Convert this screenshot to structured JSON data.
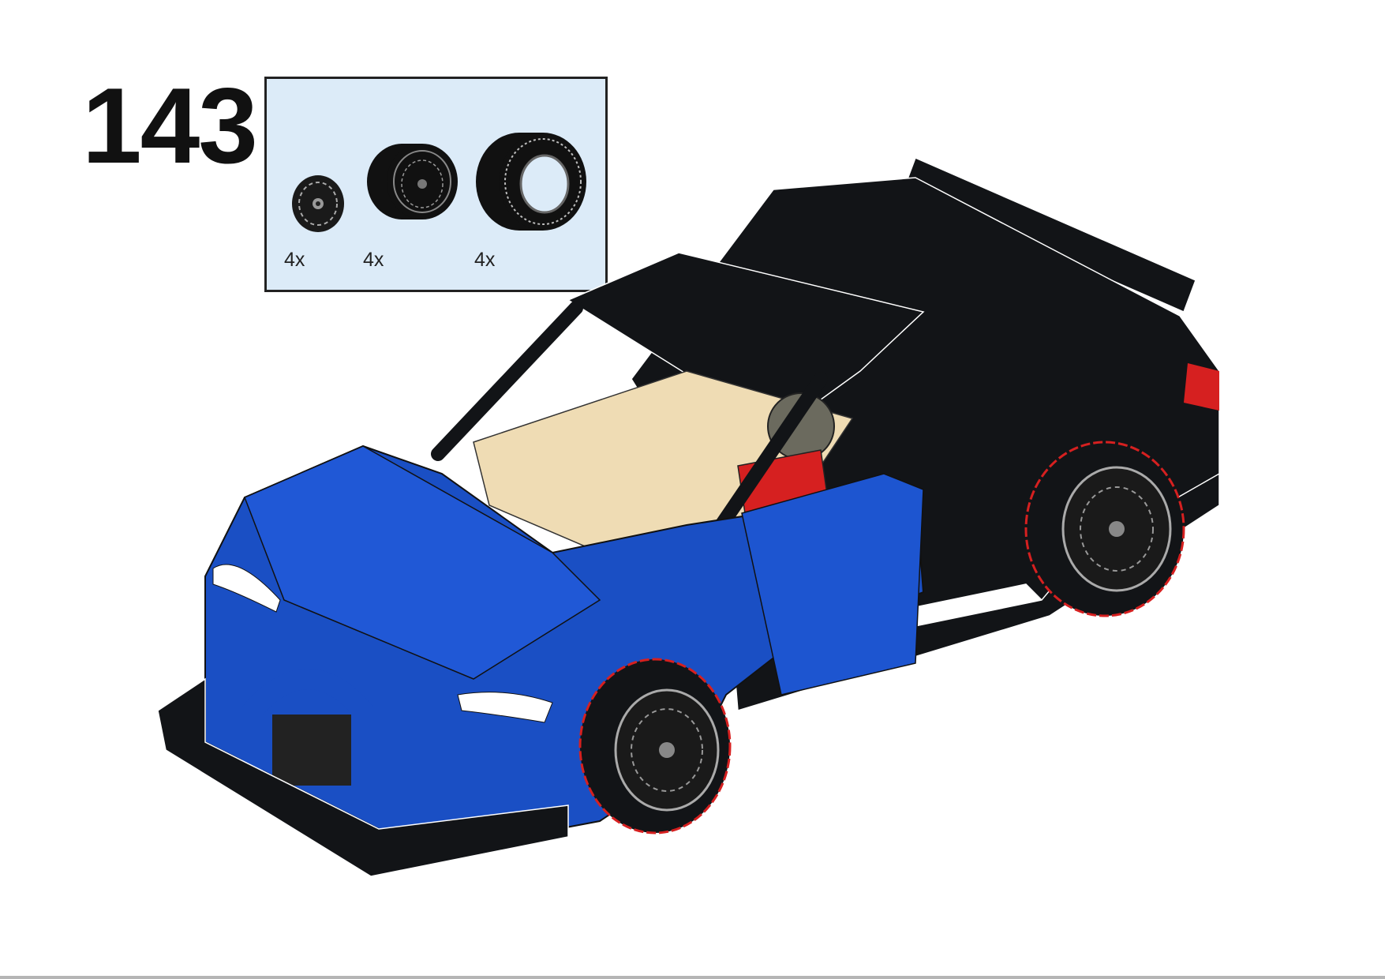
{
  "step": {
    "number": "143"
  },
  "parts_list": {
    "items": [
      {
        "name": "rim",
        "quantity": "4x"
      },
      {
        "name": "wheel",
        "quantity": "4x"
      },
      {
        "name": "tire",
        "quantity": "4x"
      }
    ]
  },
  "colors": {
    "body_blue": "#1a4fc4",
    "body_black": "#121417",
    "interior_tan": "#efdcb4",
    "parts_bg": "#dcebf8",
    "accent_red": "#d62020"
  }
}
